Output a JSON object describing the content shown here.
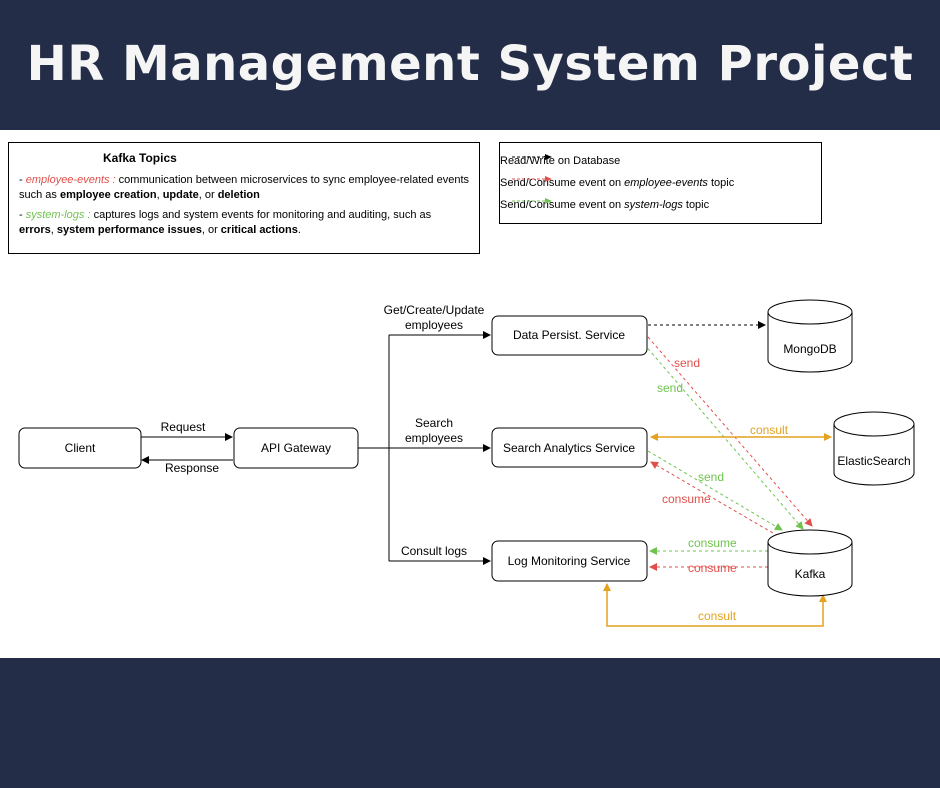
{
  "title": "HR Management System Project",
  "topics_box": {
    "heading": "Kafka Topics",
    "item1_name": "employee-events :",
    "item1_text_a": " communication between microservices to sync  employee-related events such as ",
    "item1_b1": "employee creation",
    "item1_sep1": ", ",
    "item1_b2": "update",
    "item1_sep2": ", or ",
    "item1_b3": "deletion",
    "item2_name": "system-logs :",
    "item2_text_a": " captures logs and system events for monitoring and auditing, such as ",
    "item2_b1": "errors",
    "item2_sep1": ", ",
    "item2_b2": "system performance issues",
    "item2_sep2": ", or ",
    "item2_b3": "critical actions",
    "item2_end": "."
  },
  "legend": {
    "row1": "Read/Write on Database",
    "row2_a": "Send/Consume event on ",
    "row2_topic": "employee-events",
    "row2_b": " topic",
    "row3_a": "Send/Consume event on ",
    "row3_topic": "system-logs",
    "row3_b": " topic"
  },
  "nodes": {
    "client": "Client",
    "gateway": "API Gateway",
    "data_persist": "Data Persist. Service",
    "search_analytics": "Search Analytics Service",
    "log_monitoring": "Log Monitoring Service",
    "mongodb": "MongoDB",
    "elasticsearch": "ElasticSearch",
    "kafka": "Kafka"
  },
  "edges": {
    "request": "Request",
    "response": "Response",
    "get_create_line1": "Get/Create/Update",
    "get_create_line2": "employees",
    "search_line1": "Search",
    "search_line2": "employees",
    "consult_logs": "Consult logs",
    "send_red": "send",
    "send_green_dp": "send",
    "consult_es": "consult",
    "send_green_sa": "send",
    "consume_red_sa": "consume",
    "consume_green_lm": "consume",
    "consume_red_lm": "consume",
    "consult_lm": "consult"
  },
  "colors": {
    "header_bg": "#232d48",
    "employee_events": "#e0504a",
    "system_logs": "#6fc34e",
    "consult": "#e4a21e"
  }
}
